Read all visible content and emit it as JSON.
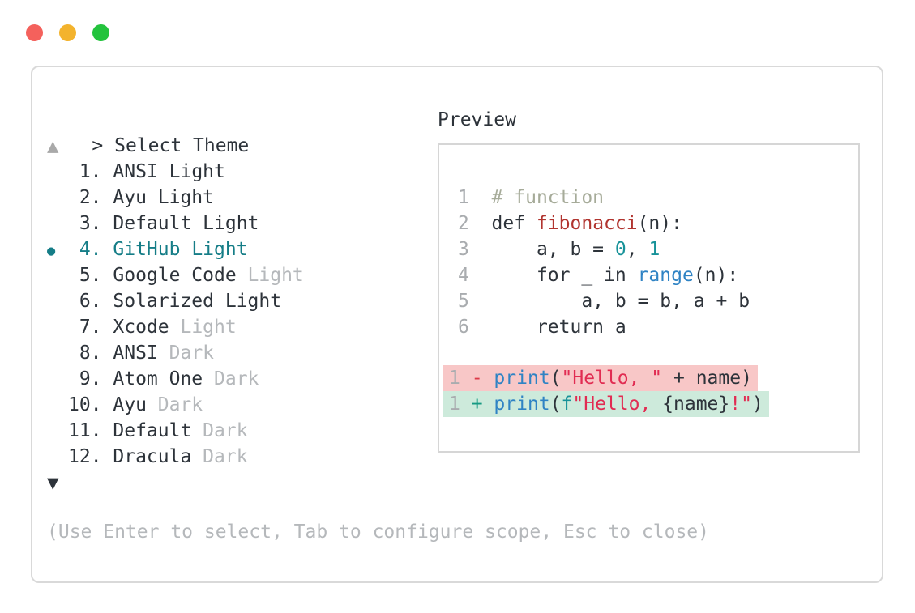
{
  "window": {
    "controls": [
      {
        "name": "close",
        "color": "#f4615c"
      },
      {
        "name": "minimize",
        "color": "#f3b32d"
      },
      {
        "name": "zoom",
        "color": "#23c33d"
      }
    ]
  },
  "prompt": {
    "chevron": ">",
    "title": "Select Theme"
  },
  "theme_list": {
    "scroll_up_glyph": "▲",
    "scroll_down_glyph": "▼",
    "selected_glyph": "●",
    "items": [
      {
        "num": "1.",
        "name": "ANSI",
        "variant": "Light",
        "muted_variant": false,
        "selected": false
      },
      {
        "num": "2.",
        "name": "Ayu",
        "variant": "Light",
        "muted_variant": false,
        "selected": false
      },
      {
        "num": "3.",
        "name": "Default",
        "variant": "Light",
        "muted_variant": false,
        "selected": false
      },
      {
        "num": "4.",
        "name": "GitHub",
        "variant": "Light",
        "muted_variant": false,
        "selected": true
      },
      {
        "num": "5.",
        "name": "Google Code",
        "variant": "Light",
        "muted_variant": true,
        "selected": false
      },
      {
        "num": "6.",
        "name": "Solarized",
        "variant": "Light",
        "muted_variant": false,
        "selected": false
      },
      {
        "num": "7.",
        "name": "Xcode",
        "variant": "Light",
        "muted_variant": true,
        "selected": false
      },
      {
        "num": "8.",
        "name": "ANSI",
        "variant": "Dark",
        "muted_variant": true,
        "selected": false
      },
      {
        "num": "9.",
        "name": "Atom One",
        "variant": "Dark",
        "muted_variant": true,
        "selected": false
      },
      {
        "num": "10.",
        "name": "Ayu",
        "variant": "Dark",
        "muted_variant": true,
        "selected": false
      },
      {
        "num": "11.",
        "name": "Default",
        "variant": "Dark",
        "muted_variant": true,
        "selected": false
      },
      {
        "num": "12.",
        "name": "Dracula",
        "variant": "Dark",
        "muted_variant": true,
        "selected": false
      }
    ]
  },
  "preview": {
    "title": "Preview",
    "code_lines": [
      {
        "segments": [
          {
            "t": "1",
            "c": "ln"
          },
          {
            "t": "  ",
            "c": "plain"
          },
          {
            "t": "# function",
            "c": "comment"
          }
        ]
      },
      {
        "segments": [
          {
            "t": "2",
            "c": "ln"
          },
          {
            "t": "  def ",
            "c": "plain"
          },
          {
            "t": "fibonacci",
            "c": "func"
          },
          {
            "t": "(n):",
            "c": "plain"
          }
        ]
      },
      {
        "segments": [
          {
            "t": "3",
            "c": "ln"
          },
          {
            "t": "      a, b = ",
            "c": "plain"
          },
          {
            "t": "0",
            "c": "num"
          },
          {
            "t": ", ",
            "c": "plain"
          },
          {
            "t": "1",
            "c": "num"
          }
        ]
      },
      {
        "segments": [
          {
            "t": "4",
            "c": "ln"
          },
          {
            "t": "      for _ in ",
            "c": "plain"
          },
          {
            "t": "range",
            "c": "builtin"
          },
          {
            "t": "(n):",
            "c": "plain"
          }
        ]
      },
      {
        "segments": [
          {
            "t": "5",
            "c": "ln"
          },
          {
            "t": "          a, b = b, a + b",
            "c": "plain"
          }
        ]
      },
      {
        "segments": [
          {
            "t": "6",
            "c": "ln"
          },
          {
            "t": "      return a",
            "c": "plain"
          }
        ]
      }
    ],
    "diff_lines": [
      {
        "kind": "removed",
        "segments": [
          {
            "t": "1",
            "c": "ln"
          },
          {
            "t": " ",
            "c": "plain"
          },
          {
            "t": "- ",
            "c": "removed-op"
          },
          {
            "t": "print",
            "c": "builtin"
          },
          {
            "t": "(",
            "c": "plain"
          },
          {
            "t": "\"Hello, \"",
            "c": "string"
          },
          {
            "t": " + name)",
            "c": "plain"
          }
        ]
      },
      {
        "kind": "added",
        "segments": [
          {
            "t": "1",
            "c": "ln"
          },
          {
            "t": " ",
            "c": "plain"
          },
          {
            "t": "+ ",
            "c": "added-op"
          },
          {
            "t": "print",
            "c": "builtin"
          },
          {
            "t": "(",
            "c": "plain"
          },
          {
            "t": "f",
            "c": "num"
          },
          {
            "t": "\"Hello, ",
            "c": "string"
          },
          {
            "t": "{name}",
            "c": "plain"
          },
          {
            "t": "!\"",
            "c": "string"
          },
          {
            "t": ")",
            "c": "plain"
          }
        ]
      }
    ]
  },
  "footer": {
    "help": "(Use Enter to select, Tab to configure scope, Esc to close)"
  },
  "colors": {
    "text": "#2d333a",
    "muted": "#b5b8bb",
    "line-number": "#a9acaf",
    "selected": "#157d87",
    "comment": "#a6ab99",
    "func": "#b1342f",
    "builtin": "#2f83c4",
    "string": "#e12c52",
    "number": "#179299",
    "removed-op": "#dc3a48",
    "added-op": "#189a83",
    "removed-bg": "#f8c7c7",
    "added-bg": "#cdeadb",
    "panel-border": "#d9d9d9",
    "preview-border": "#d6d6d6",
    "scroll-up": "#a9a9a9"
  }
}
